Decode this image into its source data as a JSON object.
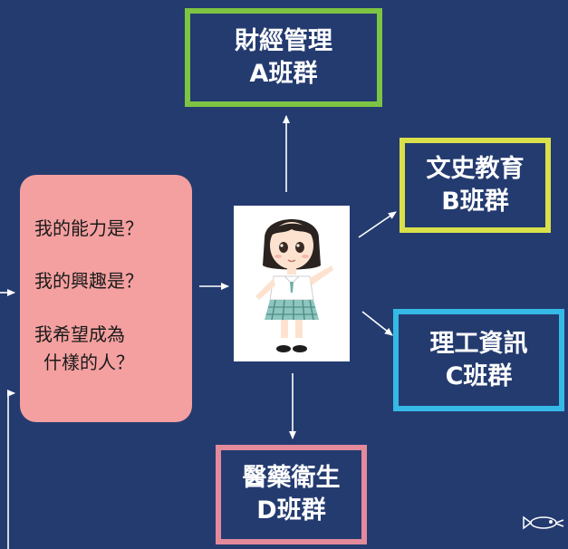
{
  "boxes": {
    "a": {
      "line1": "財經管理",
      "line2": "A班群",
      "border": "#7dc443"
    },
    "b": {
      "line1": "文史教育",
      "line2": "B班群",
      "border": "#d9e04a"
    },
    "c": {
      "line1": "理工資訊",
      "line2": "C班群",
      "border": "#35b9e6"
    },
    "d": {
      "line1": "醫藥衛生",
      "line2": "D班群",
      "border": "#e38a9b"
    }
  },
  "questions": {
    "q1": "我的能力是？",
    "q2": "我的興趣是？",
    "q3a": "我希望成為",
    "q3b": "什樣的人？"
  },
  "colors": {
    "background": "#243b70",
    "question_box": "#f4a0a0",
    "arrow": "#ffffff"
  },
  "icons": [
    "girl-figure-icon",
    "fish-icon"
  ]
}
